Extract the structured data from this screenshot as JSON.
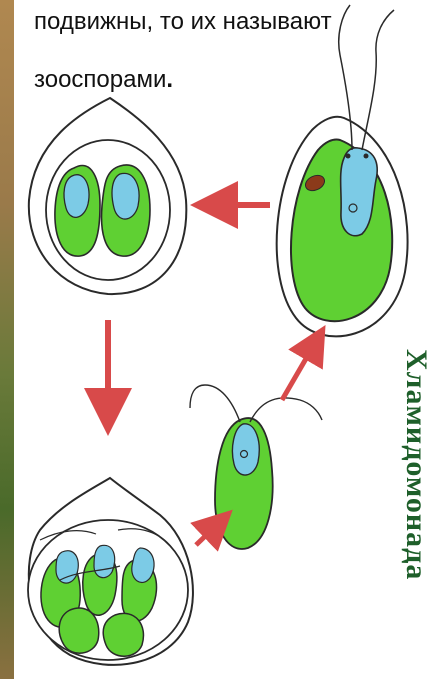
{
  "caption": {
    "line1": "подвижны, то их называют",
    "line2": "зооспорами",
    "line2_end": "."
  },
  "vertical_title": "Хламидомонада",
  "colors": {
    "cell_green": "#5fd033",
    "flagellum_blue": "#7ccbe6",
    "arrow_red": "#d84a4a",
    "outline": "#2a2a2a",
    "title_green": "#1e5f2a"
  }
}
